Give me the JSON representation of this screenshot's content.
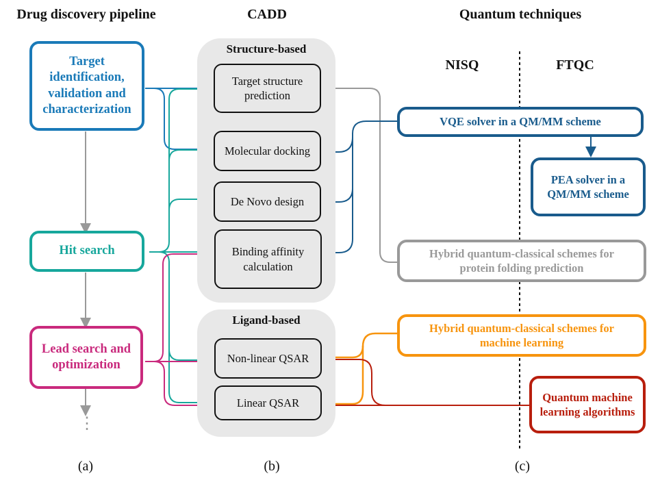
{
  "colors": {
    "target": "#1a7ab8",
    "hit": "#17a79c",
    "lead": "#c92a7d",
    "vqe": "#195b8c",
    "gray": "#999999",
    "orange": "#f7940e",
    "red": "#b81e0d",
    "panel": "#e8e8e8"
  },
  "headings": {
    "pipeline": "Drug discovery pipeline",
    "cadd": "CADD",
    "quantum": "Quantum techniques",
    "nisq": "NISQ",
    "ftqc": "FTQC"
  },
  "pipeline": {
    "steps": [
      {
        "label": "Target identification, validation and characterization"
      },
      {
        "label": "Hit search"
      },
      {
        "label": "Lead search and optimization"
      }
    ],
    "continuation": "⋮"
  },
  "cadd": {
    "structure_based": {
      "title": "Structure-based",
      "items": [
        {
          "label": "Target structure prediction"
        },
        {
          "label": "Molecular docking"
        },
        {
          "label": "De Novo design"
        },
        {
          "label": "Binding affinity calculation"
        }
      ]
    },
    "ligand_based": {
      "title": "Ligand-based",
      "items": [
        {
          "label": "Non-linear QSAR"
        },
        {
          "label": "Linear QSAR"
        }
      ]
    }
  },
  "quantum": {
    "items": [
      {
        "label": "VQE solver in a QM/MM scheme",
        "era": "NISQ"
      },
      {
        "label": "PEA solver in a QM/MM scheme",
        "era": "FTQC"
      },
      {
        "label": "Hybrid quantum-classical schemes for protein folding prediction",
        "era": "NISQ"
      },
      {
        "label": "Hybrid quantum-classical schemes for machine learning",
        "era": "NISQ"
      },
      {
        "label": "Quantum machine learning algorithms",
        "era": "FTQC"
      }
    ]
  },
  "captions": [
    "(a)",
    "(b)",
    "(c)"
  ]
}
